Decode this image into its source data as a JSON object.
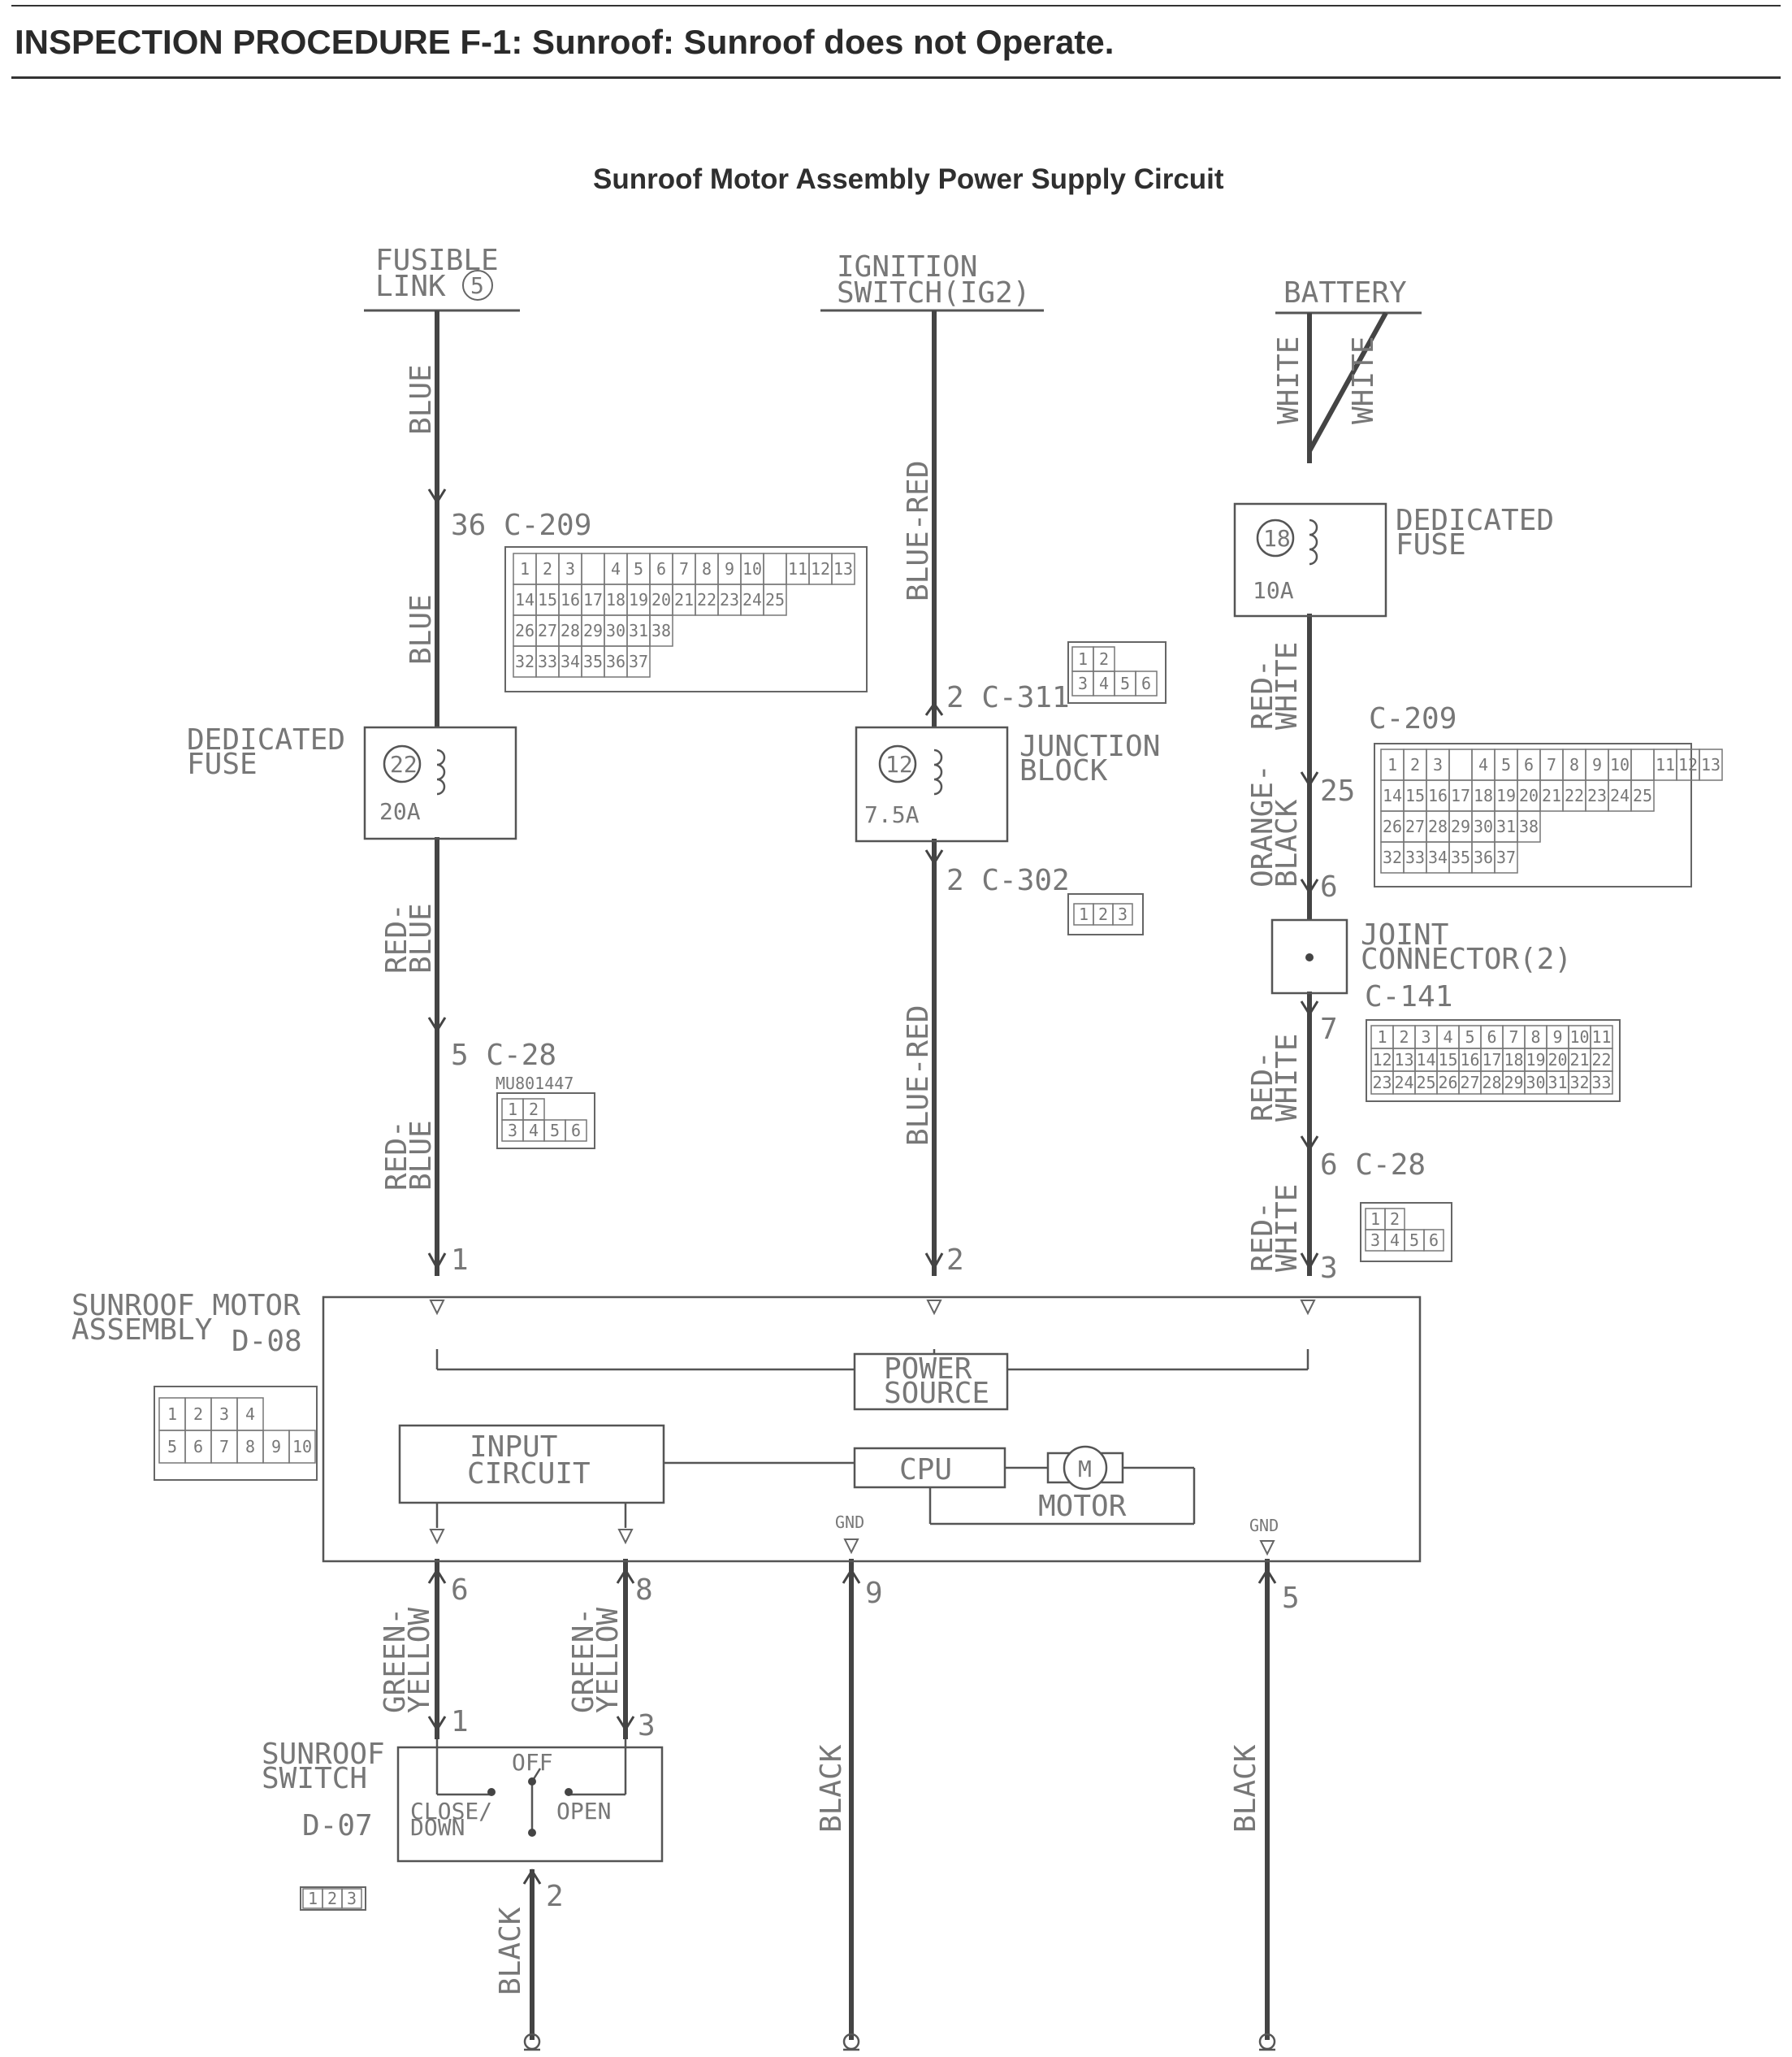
{
  "header": {
    "title": "INSPECTION PROCEDURE F-1: Sunroof: Sunroof does not Operate."
  },
  "diagram": {
    "subtitle": "Sunroof Motor Assembly Power Supply Circuit",
    "sources": {
      "fusible_link": [
        "FUSIBLE",
        "LINK"
      ],
      "fusible_link_no": "5",
      "ignition": [
        "IGNITION",
        "SWITCH(IG2)"
      ],
      "battery": "BATTERY"
    },
    "wires": {
      "blue": "BLUE",
      "red_blue": [
        "RED-",
        "BLUE"
      ],
      "blue_red": "BLUE-RED",
      "white": "WHITE",
      "red_white": [
        "RED-",
        "WHITE"
      ],
      "orange_black": [
        "ORANGE-",
        "BLACK"
      ],
      "green_yellow": [
        "GREEN-",
        "YELLOW"
      ],
      "black": "BLACK"
    },
    "fuses": {
      "dedicated_label": [
        "DEDICATED",
        "FUSE"
      ],
      "left_no": "22",
      "left_rating": "20A",
      "right_no": "18",
      "right_rating": "10A",
      "jb_no": "12",
      "jb_rating": "7.5A"
    },
    "junction_block": [
      "JUNCTION",
      "BLOCK"
    ],
    "joint_connector": [
      "JOINT",
      "CONNECTOR(2)"
    ],
    "connectors": {
      "c209_left": "36 C-209",
      "c209_right": "C-209",
      "c28_left": "5  C-28",
      "c28_part": "MU801447",
      "c28_right": "6 C-28",
      "c311": "2  C-311",
      "c302": "2  C-302",
      "c141": "C-141"
    },
    "pins": {
      "p25": "25",
      "p6": "6",
      "p7": "7",
      "m1": "1",
      "m2": "2",
      "m3": "3",
      "m6": "6",
      "m8": "8",
      "m9": "9",
      "m5": "5",
      "s1": "1",
      "s3": "3",
      "s2": "2"
    },
    "motor_assembly": {
      "label": [
        "SUNROOF MOTOR",
        "ASSEMBLY"
      ],
      "id": "D-08"
    },
    "blocks": {
      "power_source": [
        "POWER",
        "SOURCE"
      ],
      "input_circuit": [
        "INPUT",
        "CIRCUIT"
      ],
      "cpu": "CPU",
      "motor": "MOTOR",
      "motor_symbol": "M",
      "gnd": "GND"
    },
    "switch": {
      "label": [
        "SUNROOF",
        "SWITCH"
      ],
      "id": "D-07",
      "off": "OFF",
      "close": [
        "CLOSE/",
        "DOWN"
      ],
      "open": "OPEN"
    },
    "c209_grid": [
      [
        "1",
        "2",
        "3",
        "",
        "4",
        "5",
        "6",
        "7",
        "8",
        "9",
        "10",
        "",
        "11",
        "12",
        "13"
      ],
      [
        "14",
        "15",
        "16",
        "17",
        "18",
        "19",
        "20",
        "21",
        "22",
        "23",
        "24",
        "25"
      ],
      [
        "26",
        "27",
        "28",
        "29",
        "30",
        "31",
        "38"
      ],
      [
        "32",
        "33",
        "34",
        "35",
        "36",
        "37"
      ]
    ],
    "c141_grid": [
      [
        "1",
        "2",
        "3",
        "4",
        "5",
        "6",
        "7",
        "8",
        "9",
        "10",
        "11"
      ],
      [
        "12",
        "13",
        "14",
        "15",
        "16",
        "17",
        "18",
        "19",
        "20",
        "21",
        "22"
      ],
      [
        "23",
        "24",
        "25",
        "26",
        "27",
        "28",
        "29",
        "30",
        "31",
        "32",
        "33"
      ]
    ],
    "c28_grid": [
      [
        "1",
        "2"
      ],
      [
        "3",
        "4",
        "5",
        "6"
      ]
    ],
    "c311_grid": [
      [
        "1",
        "2"
      ],
      [
        "3",
        "4",
        "5",
        "6"
      ]
    ],
    "c302_grid": [
      "1",
      "2",
      "3"
    ],
    "d08_grid": [
      [
        "1",
        "2",
        "3",
        "4"
      ],
      [
        "5",
        "6",
        "7",
        "8",
        "9",
        "10"
      ]
    ],
    "d07_grid": [
      "1",
      "2",
      "3"
    ]
  }
}
